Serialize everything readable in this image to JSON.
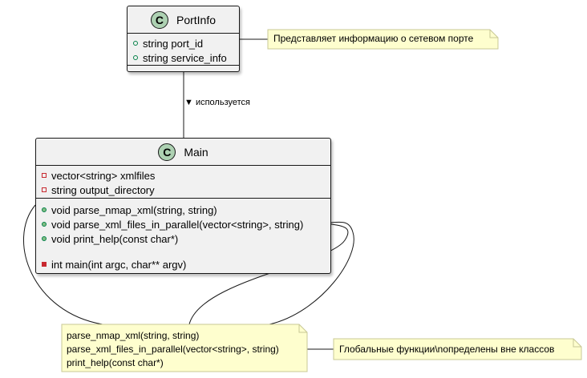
{
  "classes": {
    "portinfo": {
      "stereotype": "C",
      "name": "PortInfo",
      "fields": [
        {
          "visibility": "public",
          "text": "string port_id"
        },
        {
          "visibility": "public",
          "text": "string service_info"
        }
      ]
    },
    "main": {
      "stereotype": "C",
      "name": "Main",
      "fields": [
        {
          "visibility": "private",
          "text": "vector<string> xmlfiles"
        },
        {
          "visibility": "private",
          "text": "string output_directory"
        }
      ],
      "methods": [
        {
          "visibility": "public",
          "text": "void parse_nmap_xml(string, string)"
        },
        {
          "visibility": "public",
          "text": "void parse_xml_files_in_parallel(vector<string>, string)"
        },
        {
          "visibility": "public",
          "text": "void print_help(const char*)"
        },
        {
          "visibility": "private",
          "text": "int main(int argc, char** argv)"
        }
      ]
    }
  },
  "relation": {
    "label": "используется",
    "direction_arrow": "▼"
  },
  "notes": {
    "portinfo_note": "Представляет информацию о сетевом порте",
    "functions_note": [
      "parse_nmap_xml(string, string)",
      "parse_xml_files_in_parallel(vector<string>, string)",
      "print_help(const char*)"
    ],
    "global_note": "Глобальные функции\\nопределены вне классов"
  },
  "colors": {
    "class_background": "#f1f1f1",
    "border": "#181818",
    "stereotype_circle": "#add1b2",
    "note_background": "#fefece",
    "note_border": "#c8c896",
    "public_marker": "#038048",
    "private_marker": "#c82930"
  }
}
